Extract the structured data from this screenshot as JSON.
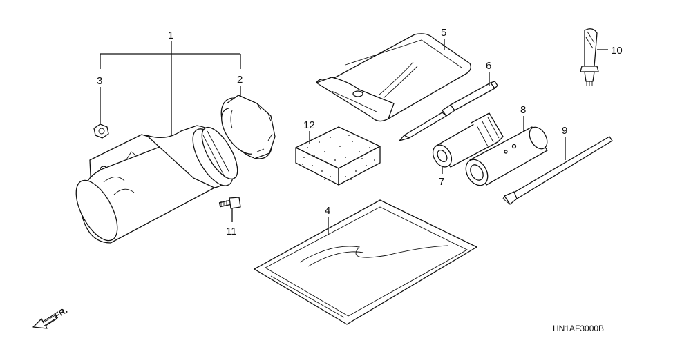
{
  "callouts": [
    "1",
    "2",
    "3",
    "4",
    "5",
    "6",
    "7",
    "8",
    "9",
    "10",
    "11",
    "12"
  ],
  "diagram_code": "HN1AF3000B",
  "direction_label": "FR."
}
